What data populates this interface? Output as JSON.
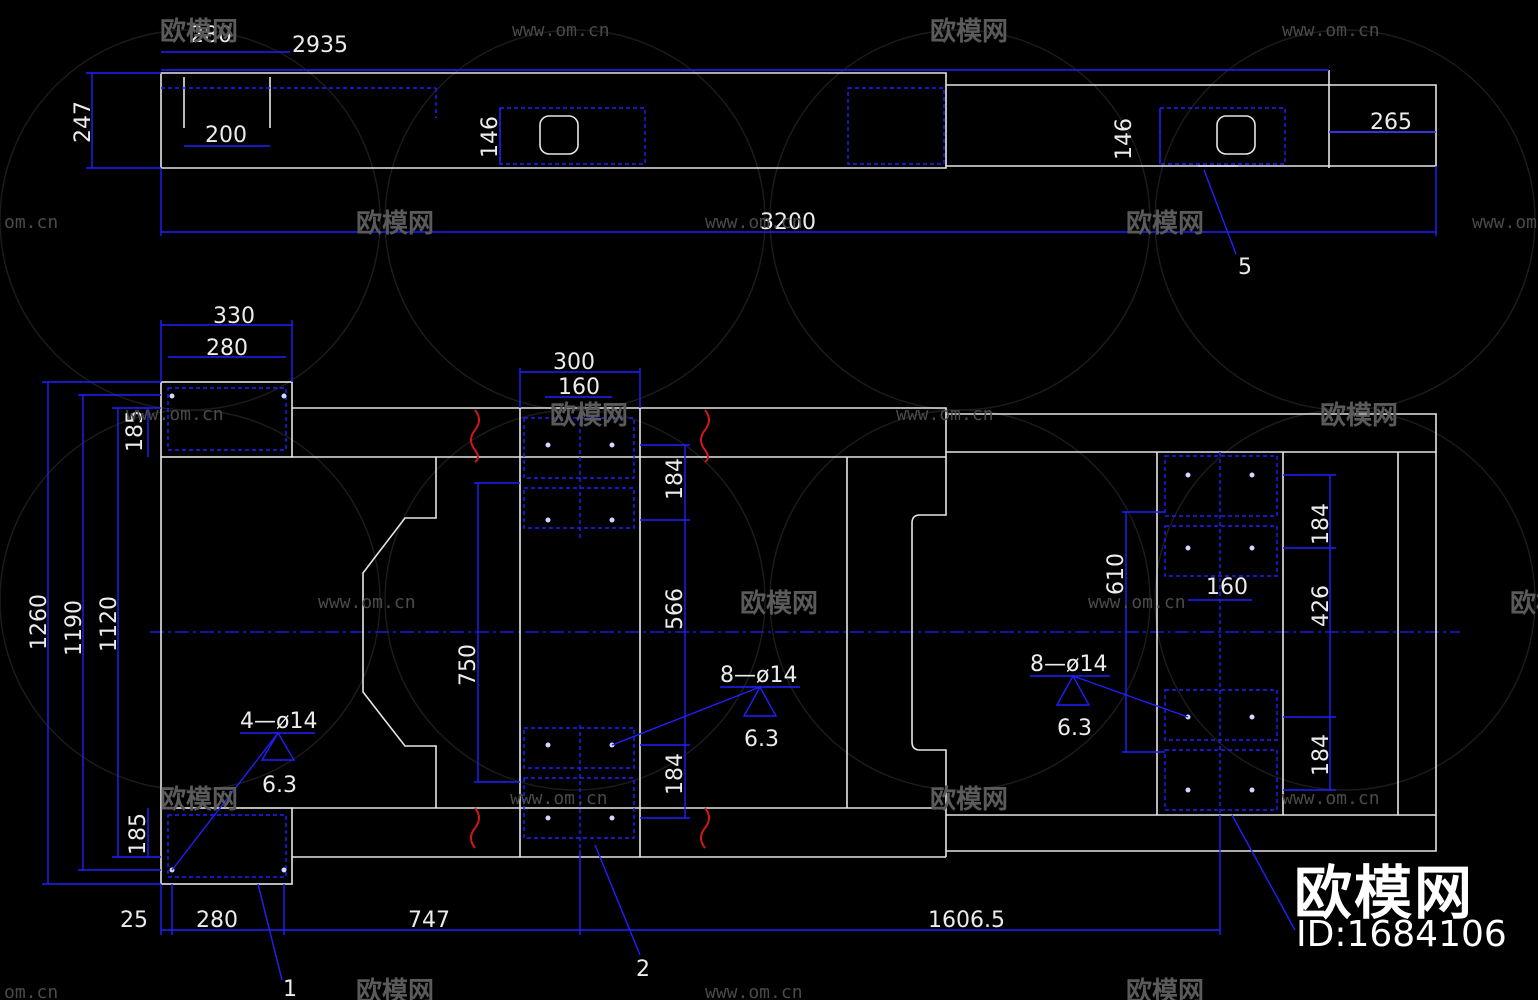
{
  "drawing": {
    "top_view": {
      "dims": [
        "280",
        "2935",
        "247",
        "200",
        "146",
        "146",
        "265",
        "3200"
      ],
      "item_label": "5"
    },
    "plan_view": {
      "dims_top": [
        "330",
        "280",
        "300",
        "160"
      ],
      "dims_left": [
        "185",
        "1260",
        "1190",
        "1120",
        "185"
      ],
      "dims_mid": [
        "184",
        "566",
        "750",
        "184"
      ],
      "dims_right": [
        "610",
        "160",
        "184",
        "426",
        "184"
      ],
      "hole_callouts": [
        {
          "count_dia": "4—ø14",
          "weld": "6.3"
        },
        {
          "count_dia": "8—ø14",
          "weld": "6.3"
        },
        {
          "count_dia": "8—ø14",
          "weld": "6.3"
        }
      ],
      "dims_bottom": [
        "25",
        "280",
        "747",
        "1606.5"
      ],
      "item_labels": [
        "1",
        "2"
      ]
    }
  },
  "watermark": {
    "logo_text": "欧模网",
    "url": "www.om.cn",
    "url_short": "om.cn"
  },
  "brand": {
    "name": "欧模网",
    "id_text": "ID:1684106"
  },
  "colors": {
    "background": "#000000",
    "dimension_blue": "#2020ff",
    "outline_white": "#e6e6e6",
    "break_red": "#d01818"
  }
}
